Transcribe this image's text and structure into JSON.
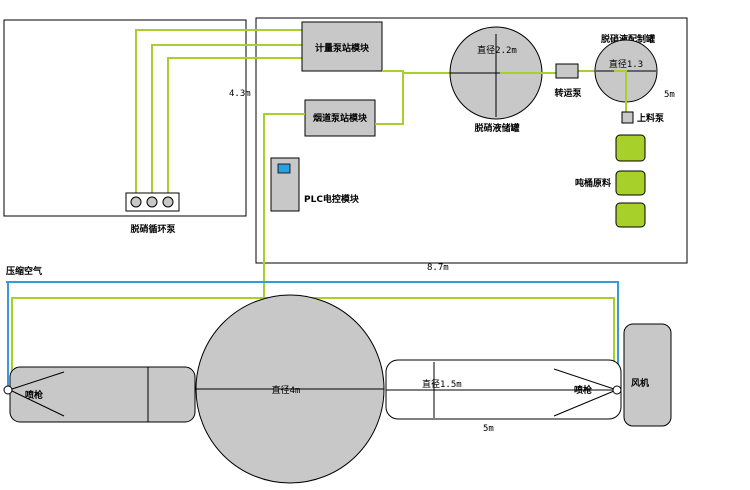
{
  "labels": {
    "desulf_pump": "脱硝循环泵",
    "metering_pump_module": "计量泵站模块",
    "flue_pump_module": "烟道泵站模块",
    "plc_module": "PLC电控模块",
    "storage_tank_diam": "直径2.2m",
    "storage_tank": "脱硝液储罐",
    "transfer_pump": "转运泵",
    "prep_tank": "脱硝液配制罐",
    "prep_tank_diam": "直径1.3",
    "feed_pump": "上料泵",
    "raw_material": "吨桶原料",
    "dim_4_3": "4.3m",
    "dim_5m_right": "5m",
    "dim_8_7": "8.7m",
    "compressed_air": "压缩空气",
    "spray_gun_left": "喷枪",
    "big_circle_diam": "直径4m",
    "duct_diam": "直径1.5m",
    "spray_gun_right": "喷枪",
    "fan": "风机",
    "dim_5m_bottom": "5m"
  },
  "colors": {
    "pipe_green": "#a8d02a",
    "air_blue": "#3a9ad8",
    "equipment_gray": "#c8c8c8",
    "tote_green": "#a8d02a",
    "plc_screen_blue": "#2aa0e0"
  }
}
